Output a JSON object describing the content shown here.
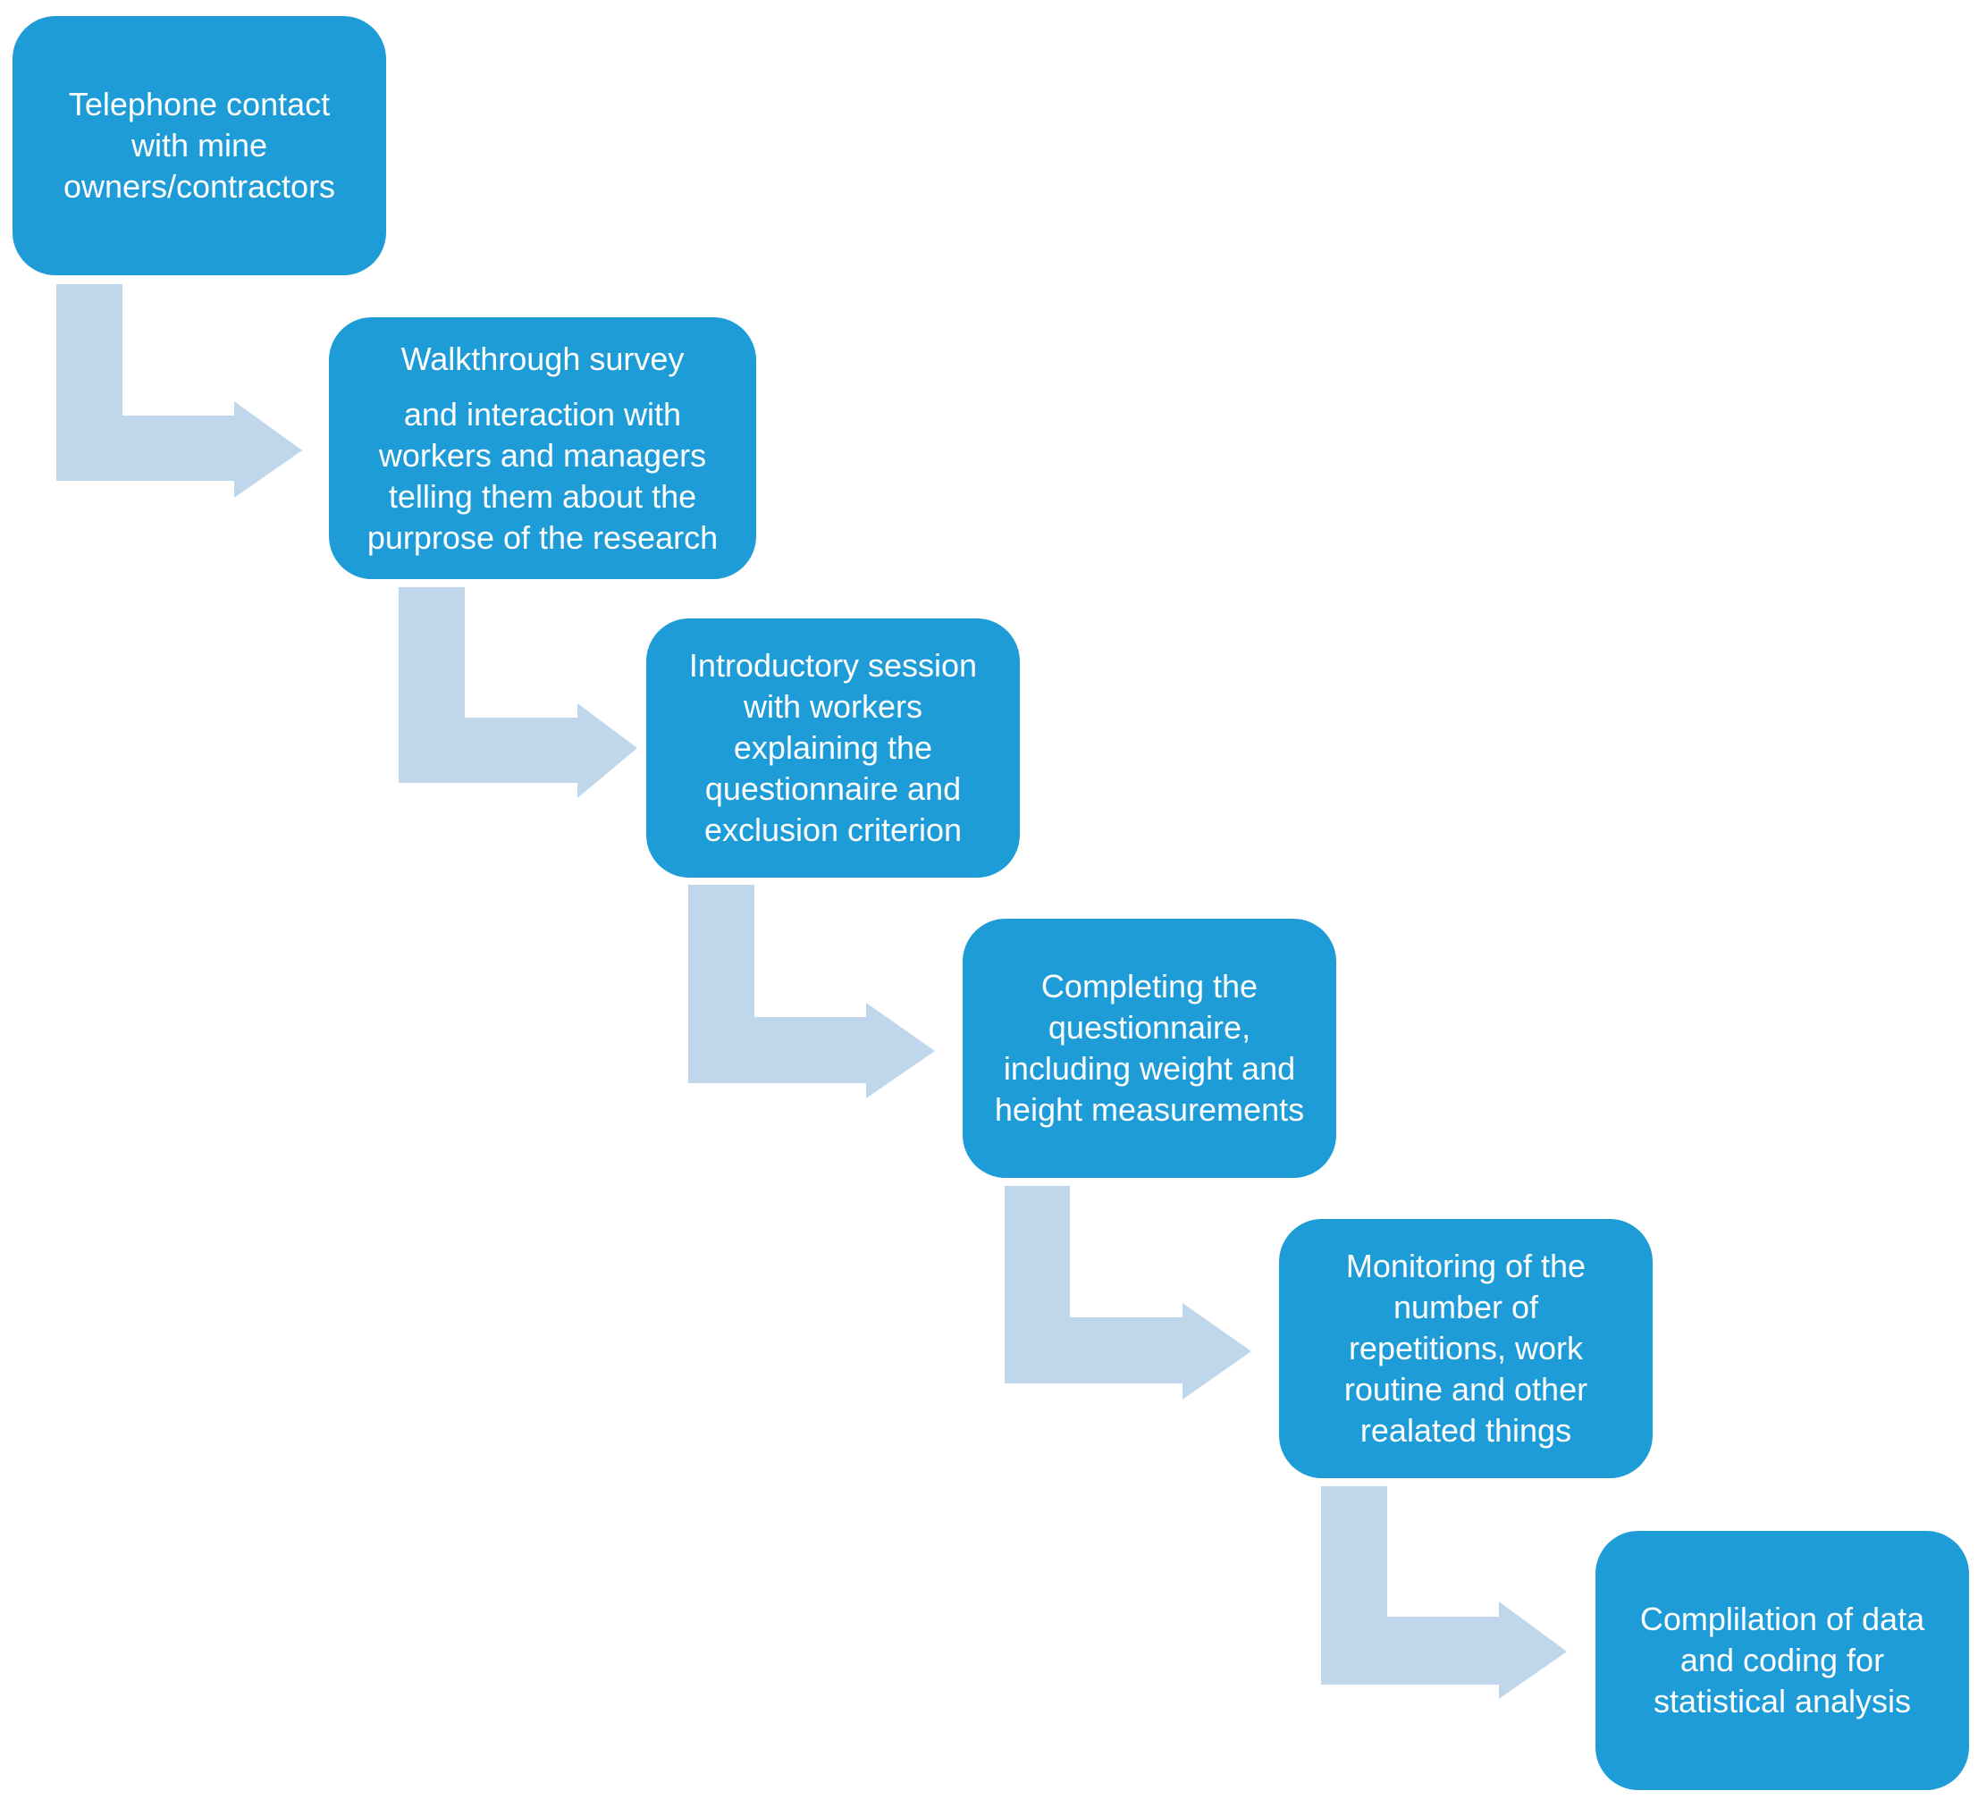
{
  "colors": {
    "box_fill": "#1E9CD7",
    "box_text": "#FFFFFF",
    "arrow_fill": "#C0D6EB",
    "background": "#FFFFFF"
  },
  "steps": [
    {
      "text": "Telephone contact\nwith mine\nowners/contractors"
    },
    {
      "heading": "Walkthrough survey",
      "text": "and interaction with\nworkers and managers\ntelling them about the\npurprose of the research"
    },
    {
      "text": "Introductory session\nwith workers\nexplaining the\nquestionnaire and\nexclusion criterion"
    },
    {
      "text": "Completing the\nquestionnaire,\nincluding weight and\nheight measurements"
    },
    {
      "text": "Monitoring of the\nnumber of\nrepetitions, work\nroutine and other\nrealated things"
    },
    {
      "text": "Complilation of data\nand coding for\nstatistical analysis"
    }
  ],
  "connectors": [
    {
      "from": 1,
      "to": 2,
      "shape": "bent-arrow"
    },
    {
      "from": 2,
      "to": 3,
      "shape": "bent-arrow"
    },
    {
      "from": 3,
      "to": 4,
      "shape": "bent-arrow"
    },
    {
      "from": 4,
      "to": 5,
      "shape": "bent-arrow"
    },
    {
      "from": 5,
      "to": 6,
      "shape": "bent-arrow"
    }
  ]
}
